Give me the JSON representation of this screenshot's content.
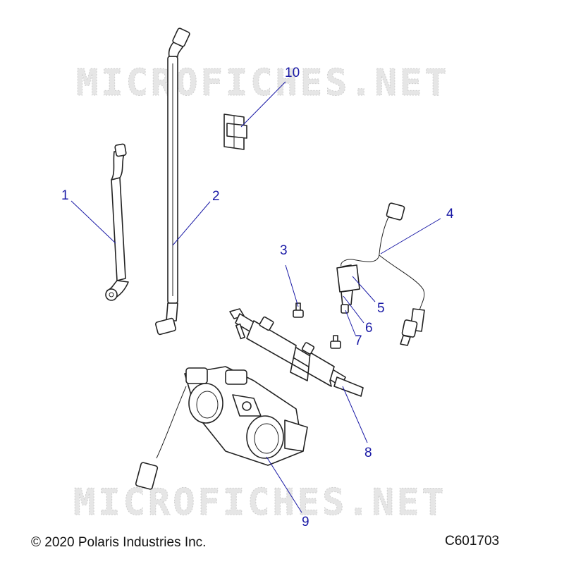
{
  "watermark": {
    "top_text": "MICROFICHES.NET",
    "bottom_text": "MICROFICHES.NET"
  },
  "callouts": [
    "1",
    "2",
    "3",
    "4",
    "5",
    "6",
    "7",
    "8",
    "9",
    "10"
  ],
  "footer": {
    "copyright": "© 2020 Polaris Industries Inc.",
    "diagram_code": "C601703"
  },
  "colors": {
    "callout": "#1a1aa6",
    "line_art": "#222222",
    "watermark": "#d9d9d9"
  }
}
